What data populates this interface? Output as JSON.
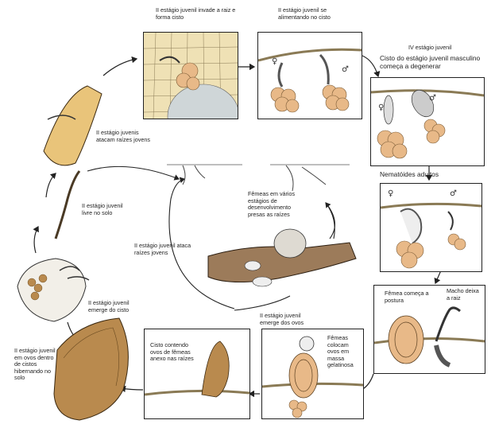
{
  "labels": {
    "l1": "II estágio juvenil invade a raiz e forma cisto",
    "l2": "II estágio juvenil se alimentando no cisto",
    "l3": "IV estágio juvenil",
    "l4": "Cisto do estágio juvenil masculino começa a degenerar",
    "l5": "Nematóides adultos",
    "l6": "Fêmea começa a postura",
    "l7": "Macho deixa a raiz",
    "l8": "Fêmeas colocam ovos em massa gelatinosa",
    "l9": "II estágio juvenil emerge dos ovos",
    "l10": "Cisto contendo ovos de fêmeas anexo nas raízes",
    "l11": "II estágio juvenil em ovos dentro de cistos hibernando no solo",
    "l12": "II estágio juvenil emerge do cisto",
    "l13": "II estágio juvenil livre no solo",
    "l14": "II estágio juvenis atacam raízes jovens",
    "l15": "II estágio juvenil ataca raízes jovens",
    "l16": "Fêmeas em vários estágios de desenvolvimento presas as raízes"
  },
  "symbols": {
    "female": "♀",
    "male": "♂"
  },
  "colors": {
    "egg": "#e8b988",
    "cyst": "#b98a4e",
    "root": "#e9c47a",
    "line": "#222222"
  }
}
